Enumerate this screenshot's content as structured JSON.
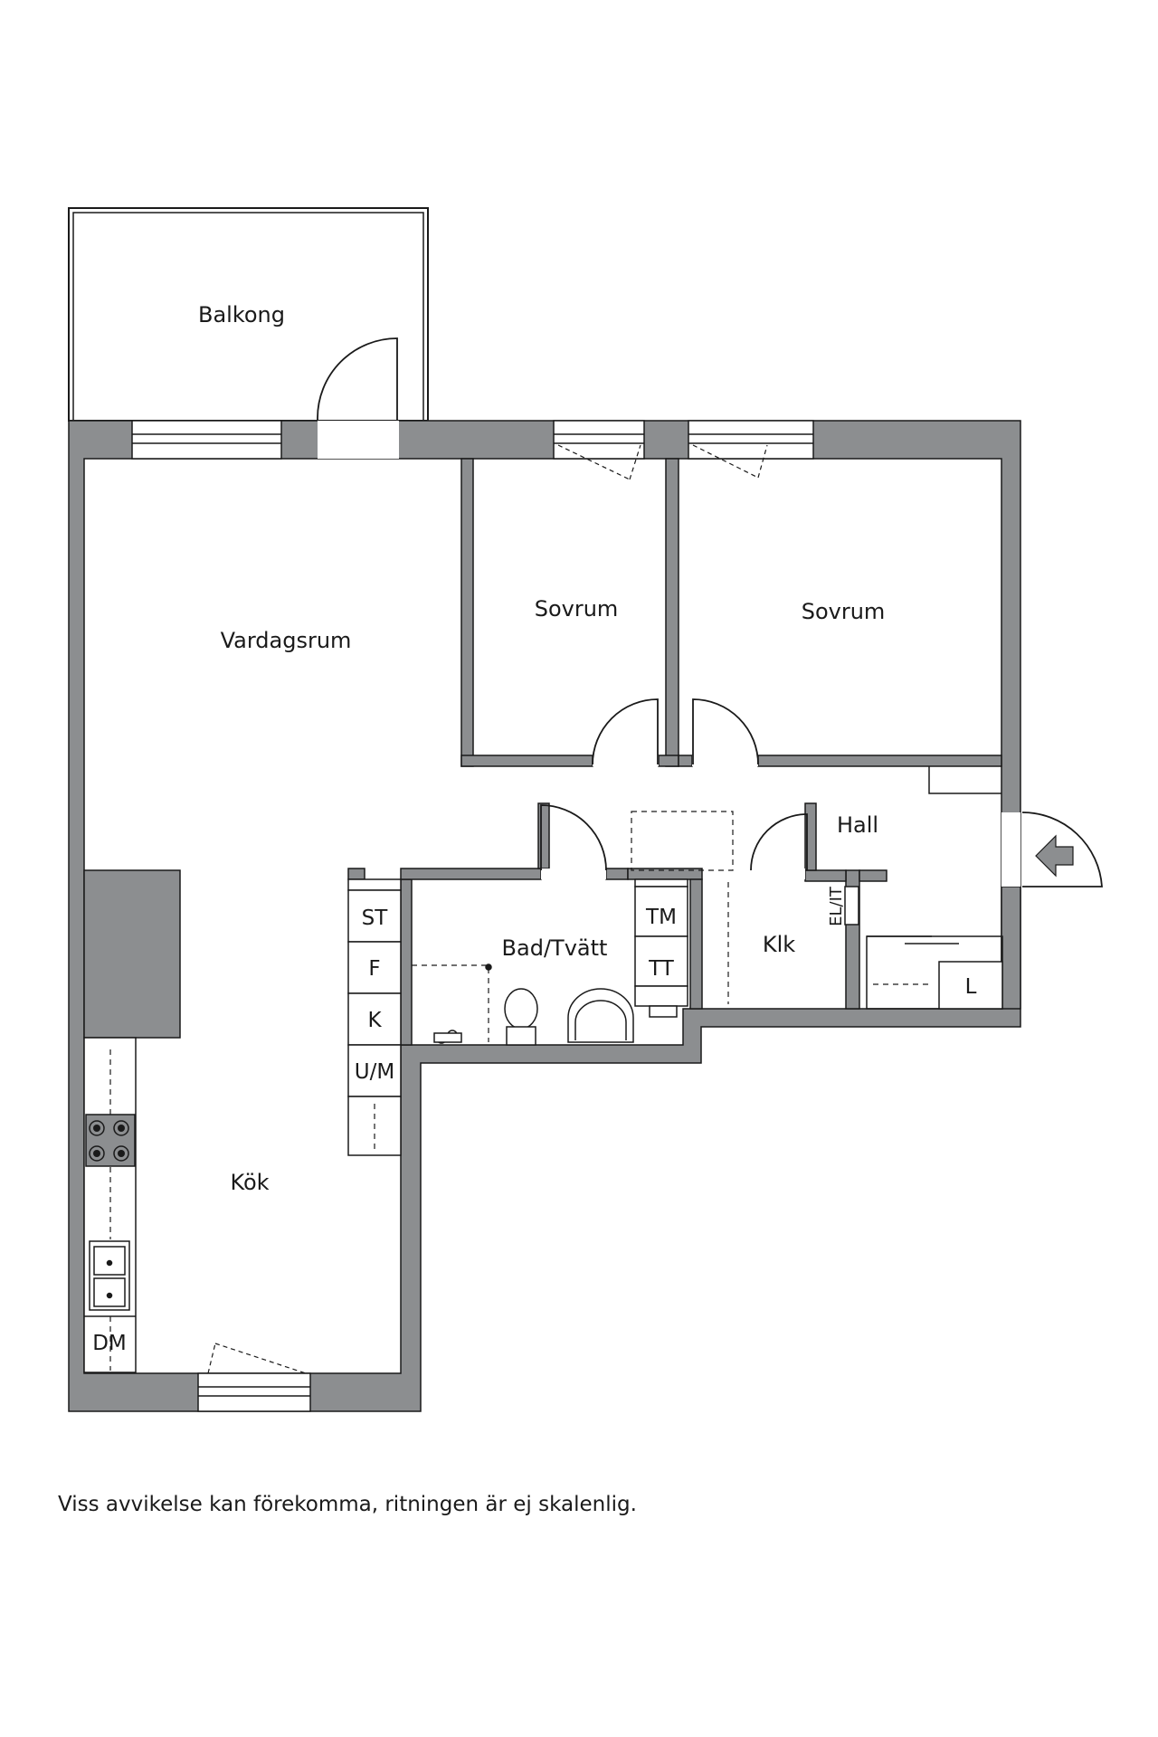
{
  "rooms": {
    "balkong": "Balkong",
    "vardagsrum": "Vardagsrum",
    "sovrum_1": "Sovrum",
    "sovrum_2": "Sovrum",
    "hall": "Hall",
    "bad_tvatt": "Bad/Tvätt",
    "klk": "Klk",
    "kok": "Kök"
  },
  "fixtures": {
    "st": "ST",
    "f": "F",
    "k": "K",
    "um": "U/M",
    "tm": "TM",
    "tt": "TT",
    "el_it": "EL/IT",
    "l": "L",
    "dm": "DM"
  },
  "colors": {
    "wall": "#8c8e90",
    "line": "#1a1a1a",
    "background": "#ffffff"
  },
  "footer": {
    "disclaimer": "Viss avvikelse kan förekomma, ritningen är ej skalenlig."
  }
}
